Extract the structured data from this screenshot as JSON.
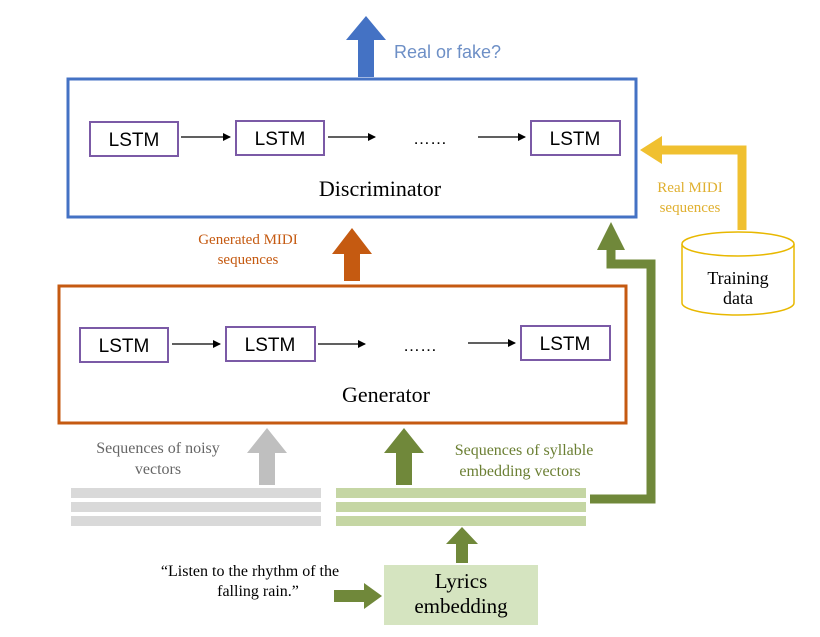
{
  "colors": {
    "discriminator_border": "#4472c4",
    "generator_border": "#c55a11",
    "lstm_border": "#7b5aa6",
    "output_arrow": "#4472c4",
    "output_text": "#6d8fc6",
    "generated_arrow": "#c55a11",
    "generated_text": "#c55a11",
    "real_arrow": "#f0c030",
    "real_text": "#e0b030",
    "noise_arrow": "#bfbfbf",
    "noise_text": "#666666",
    "syllable_arrow": "#70883a",
    "syllable_text": "#6b7f33",
    "syllable_bars": "#c5d6a4",
    "noise_bars": "#d9d9d9",
    "embedding_box": "#d5e4c0"
  },
  "output": {
    "label": "Real or fake?"
  },
  "discriminator": {
    "title": "Discriminator",
    "cells": [
      "LSTM",
      "LSTM",
      "LSTM"
    ],
    "ellipsis": "……"
  },
  "generator": {
    "title": "Generator",
    "cells": [
      "LSTM",
      "LSTM",
      "LSTM"
    ],
    "ellipsis": "……"
  },
  "generated_midi": {
    "line1": "Generated MIDI",
    "line2": "sequences"
  },
  "real_midi": {
    "line1": "Real MIDI",
    "line2": "sequences"
  },
  "training_data": {
    "line1": "Training",
    "line2": "data"
  },
  "noise": {
    "line1": "Sequences of noisy",
    "line2": "vectors"
  },
  "syllable": {
    "line1": "Sequences of syllable",
    "line2": "embedding vectors"
  },
  "lyrics_quote": {
    "line1": "“Listen to the rhythm of  the",
    "line2": "falling rain.”"
  },
  "lyrics_embedding": {
    "line1": "Lyrics",
    "line2": "embedding"
  }
}
